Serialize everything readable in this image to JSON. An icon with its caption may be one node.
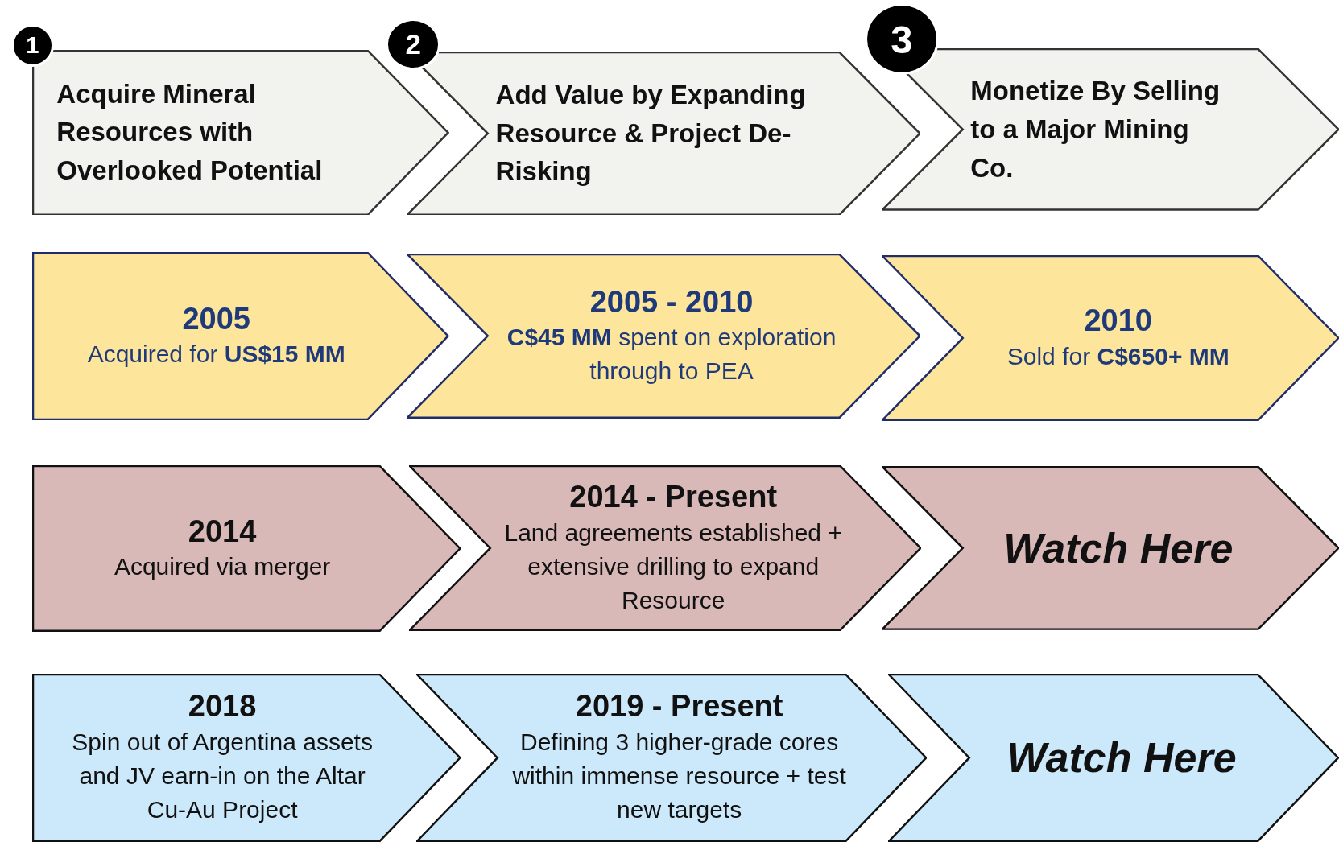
{
  "diagram": {
    "nodes": [
      {
        "text": [
          "1"
        ]
      },
      {
        "text": [
          "Acquire Mineral Resources with Overlooked Potential"
        ]
      },
      {
        "text": [
          "2"
        ]
      },
      {
        "text": [
          "Add Value by Expanding Resource & Project De-Risking"
        ]
      },
      {
        "text": [
          "3"
        ]
      },
      {
        "text": [
          "Monetize By Selling to a Major Mining Co."
        ]
      },
      {
        "text": [
          "2005",
          "Acquired for **US$15 MM**"
        ]
      },
      {
        "text": [
          "2005 - 2010",
          "**C$45 MM** spent on exploration through to PEA"
        ]
      },
      {
        "text": [
          "2010",
          "Sold for **C$650+ MM**"
        ]
      },
      {
        "text": [
          "2014",
          "Acquired via merger"
        ]
      },
      {
        "text": [
          "2014 - Present",
          "Land agreements established + extensive drilling to expand Resource"
        ]
      },
      {
        "text": [
          "Watch Here"
        ]
      },
      {
        "text": [
          "2018",
          "Spin out of Argentina assets and JV earn-in on the Altar Cu-Au Project"
        ]
      },
      {
        "text": [
          "2019 - Present",
          "Defining 3 higher-grade cores within immense resource + test new targets"
        ]
      },
      {
        "text": [
          "Watch Here"
        ]
      }
    ],
    "edges": []
  }
}
